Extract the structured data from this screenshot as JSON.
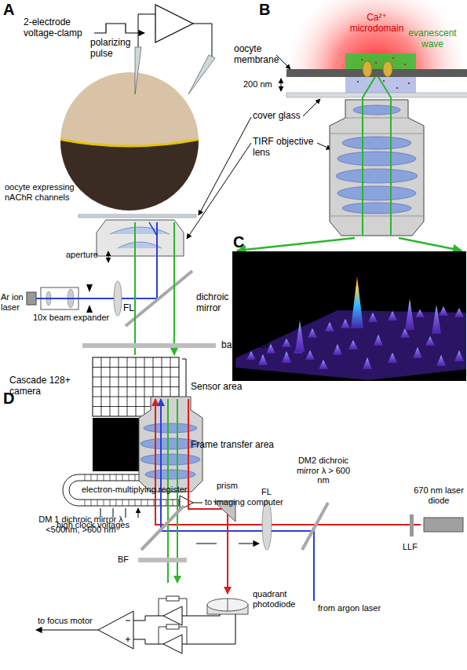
{
  "diagram": {
    "labels": [
      "A",
      "2-electrode voltage-clamp",
      "polarizing pulse",
      "oocyte expressing nAChR channels",
      "aperture",
      "Ar ion laser",
      "10x beam expander",
      "FL",
      "dichroic mirror",
      "barrier filter",
      "Cascade 128+ camera",
      "Sensor area",
      "Frame transfer area",
      "electron-multiplying register",
      "high clock voltages",
      "to imaging computer",
      "B",
      "Ca²⁺ microdomain",
      "evanescent wave",
      "oocyte membrane",
      "200 nm",
      "cover glass",
      "TIRF objective lens",
      "C",
      "D",
      "prism",
      "FL",
      "DM2 dichroic mirror λ > 600 nm",
      "670 nm laser diode",
      "DM 1 dichroic mirror λ <500nm, >600 nm",
      "BF",
      "LLF",
      "from argon laser",
      "quadrant photodiode",
      "to focus motor"
    ]
  }
}
